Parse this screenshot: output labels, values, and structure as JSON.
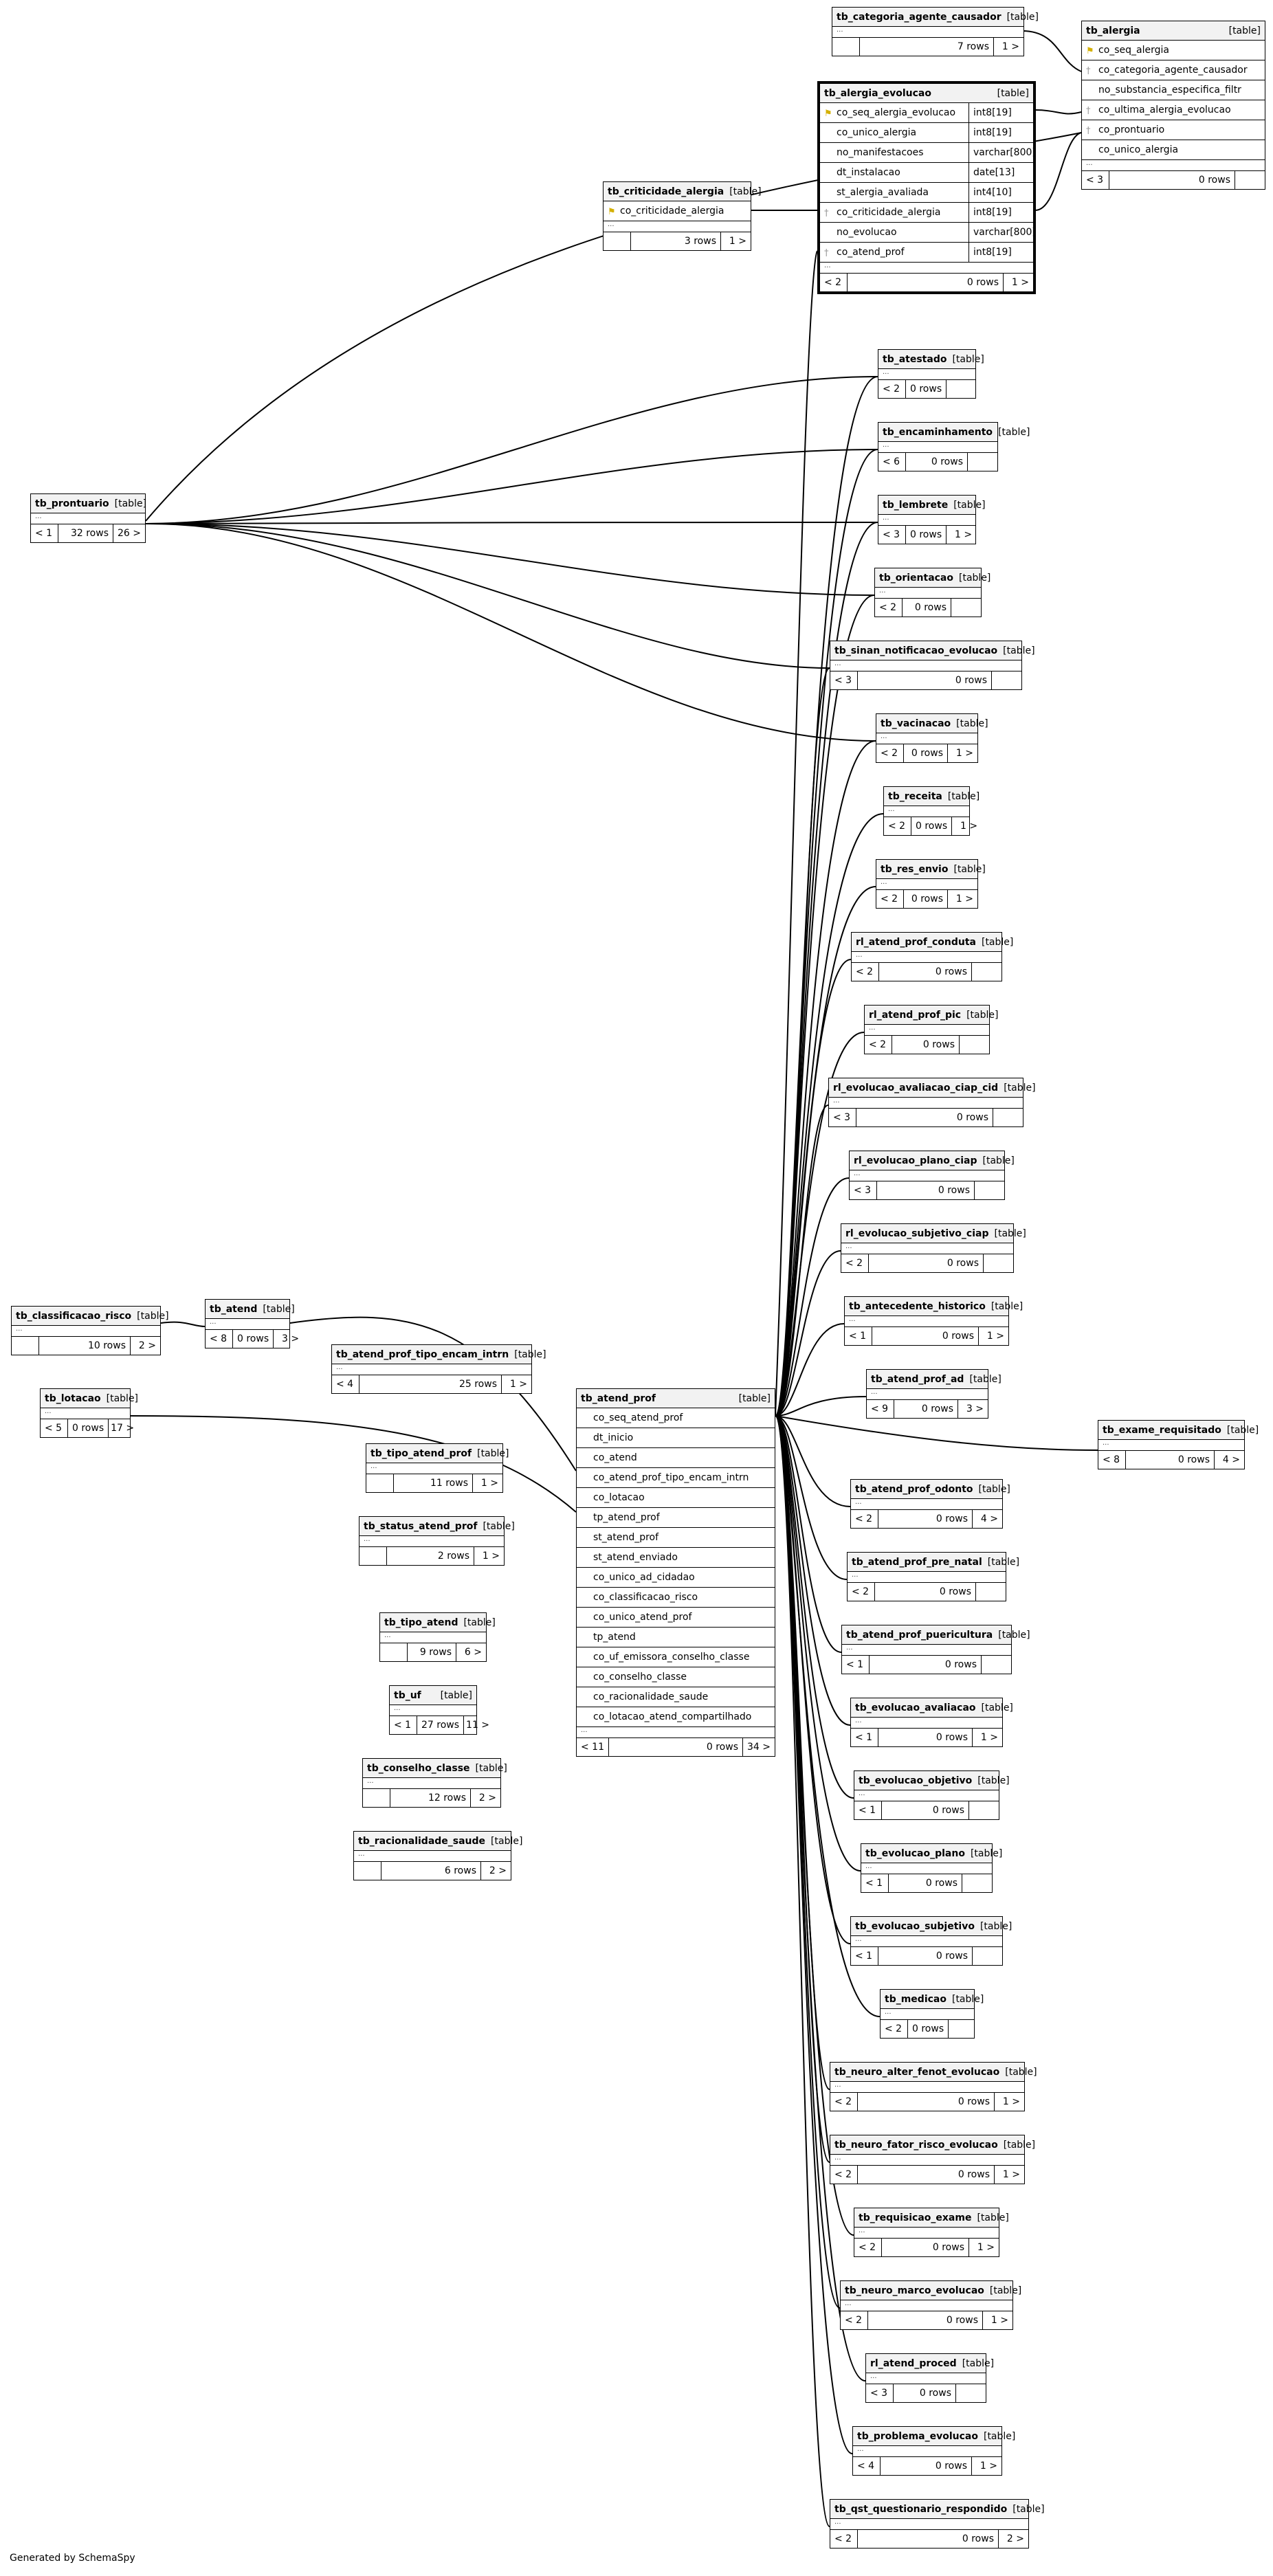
{
  "footer": "Generated by SchemaSpy",
  "type_suffix": "[table]",
  "tables": [
    {
      "name": "tb_categoria_agente_causador",
      "left": "",
      "rows": "7 rows",
      "right": "1 >"
    },
    {
      "name": "tb_alergia",
      "columns": [
        {
          "name": "co_seq_alergia",
          "key": "pk"
        },
        {
          "name": "co_categoria_agente_causador",
          "key": "fk"
        },
        {
          "name": "no_substancia_especifica_filtr",
          "key": ""
        },
        {
          "name": "co_ultima_alergia_evolucao",
          "key": "fk"
        },
        {
          "name": "co_prontuario",
          "key": "fk"
        },
        {
          "name": "co_unico_alergia",
          "key": ""
        }
      ],
      "left": "< 3",
      "rows": "0 rows",
      "right": ""
    },
    {
      "name": "tb_alergia_evolucao",
      "columns": [
        {
          "name": "co_seq_alergia_evolucao",
          "key": "pk",
          "type": "int8[19]"
        },
        {
          "name": "co_unico_alergia",
          "key": "",
          "type": "int8[19]"
        },
        {
          "name": "no_manifestacoes",
          "key": "",
          "type": "varchar[800]"
        },
        {
          "name": "dt_instalacao",
          "key": "",
          "type": "date[13]"
        },
        {
          "name": "st_alergia_avaliada",
          "key": "",
          "type": "int4[10]"
        },
        {
          "name": "co_criticidade_alergia",
          "key": "fk",
          "type": "int8[19]"
        },
        {
          "name": "no_evolucao",
          "key": "",
          "type": "varchar[800]"
        },
        {
          "name": "co_atend_prof",
          "key": "fk",
          "type": "int8[19]"
        }
      ],
      "left": "< 2",
      "rows": "0 rows",
      "right": "1 >"
    },
    {
      "name": "tb_criticidade_alergia",
      "columns": [
        {
          "name": "co_criticidade_alergia",
          "key": "pk"
        }
      ],
      "left": "",
      "rows": "3 rows",
      "right": "1 >"
    },
    {
      "name": "tb_prontuario",
      "left": "< 1",
      "rows": "32 rows",
      "right": "26 >"
    },
    {
      "name": "tb_atestado",
      "left": "< 2",
      "rows": "0 rows",
      "right": ""
    },
    {
      "name": "tb_encaminhamento",
      "left": "< 6",
      "rows": "0 rows",
      "right": ""
    },
    {
      "name": "tb_lembrete",
      "left": "< 3",
      "rows": "0 rows",
      "right": "1 >"
    },
    {
      "name": "tb_orientacao",
      "left": "< 2",
      "rows": "0 rows",
      "right": ""
    },
    {
      "name": "tb_sinan_notificacao_evolucao",
      "left": "< 3",
      "rows": "0 rows",
      "right": ""
    },
    {
      "name": "tb_vacinacao",
      "left": "< 2",
      "rows": "0 rows",
      "right": "1 >"
    },
    {
      "name": "tb_receita",
      "left": "< 2",
      "rows": "0 rows",
      "right": "1 >"
    },
    {
      "name": "tb_res_envio",
      "left": "< 2",
      "rows": "0 rows",
      "right": "1 >"
    },
    {
      "name": "rl_atend_prof_conduta",
      "left": "< 2",
      "rows": "0 rows",
      "right": ""
    },
    {
      "name": "rl_atend_prof_pic",
      "left": "< 2",
      "rows": "0 rows",
      "right": ""
    },
    {
      "name": "rl_evolucao_avaliacao_ciap_cid",
      "left": "< 3",
      "rows": "0 rows",
      "right": ""
    },
    {
      "name": "rl_evolucao_plano_ciap",
      "left": "< 3",
      "rows": "0 rows",
      "right": ""
    },
    {
      "name": "rl_evolucao_subjetivo_ciap",
      "left": "< 2",
      "rows": "0 rows",
      "right": ""
    },
    {
      "name": "tb_antecedente_historico",
      "left": "< 1",
      "rows": "0 rows",
      "right": "1 >"
    },
    {
      "name": "tb_atend_prof_ad",
      "left": "< 9",
      "rows": "0 rows",
      "right": "3 >"
    },
    {
      "name": "tb_exame_requisitado",
      "left": "< 8",
      "rows": "0 rows",
      "right": "4 >"
    },
    {
      "name": "tb_atend_prof_odonto",
      "left": "< 2",
      "rows": "0 rows",
      "right": "4 >"
    },
    {
      "name": "tb_atend_prof_pre_natal",
      "left": "< 2",
      "rows": "0 rows",
      "right": ""
    },
    {
      "name": "tb_atend_prof_puericultura",
      "left": "< 1",
      "rows": "0 rows",
      "right": ""
    },
    {
      "name": "tb_evolucao_avaliacao",
      "left": "< 1",
      "rows": "0 rows",
      "right": "1 >"
    },
    {
      "name": "tb_evolucao_objetivo",
      "left": "< 1",
      "rows": "0 rows",
      "right": ""
    },
    {
      "name": "tb_evolucao_plano",
      "left": "< 1",
      "rows": "0 rows",
      "right": ""
    },
    {
      "name": "tb_evolucao_subjetivo",
      "left": "< 1",
      "rows": "0 rows",
      "right": ""
    },
    {
      "name": "tb_medicao",
      "left": "< 2",
      "rows": "0 rows",
      "right": ""
    },
    {
      "name": "tb_neuro_alter_fenot_evolucao",
      "left": "< 2",
      "rows": "0 rows",
      "right": "1 >"
    },
    {
      "name": "tb_neuro_fator_risco_evolucao",
      "left": "< 2",
      "rows": "0 rows",
      "right": "1 >"
    },
    {
      "name": "tb_requisicao_exame",
      "left": "< 2",
      "rows": "0 rows",
      "right": "1 >"
    },
    {
      "name": "tb_neuro_marco_evolucao",
      "left": "< 2",
      "rows": "0 rows",
      "right": "1 >"
    },
    {
      "name": "rl_atend_proced",
      "left": "< 3",
      "rows": "0 rows",
      "right": ""
    },
    {
      "name": "tb_problema_evolucao",
      "left": "< 4",
      "rows": "0 rows",
      "right": "1 >"
    },
    {
      "name": "tb_qst_questionario_respondido",
      "left": "< 2",
      "rows": "0 rows",
      "right": "2 >"
    },
    {
      "name": "tb_classificacao_risco",
      "left": "",
      "rows": "10 rows",
      "right": "2 >"
    },
    {
      "name": "tb_atend",
      "left": "< 8",
      "rows": "0 rows",
      "right": "3 >"
    },
    {
      "name": "tb_lotacao",
      "left": "< 5",
      "rows": "0 rows",
      "right": "17 >"
    },
    {
      "name": "tb_atend_prof_tipo_encam_intrn",
      "left": "< 4",
      "rows": "25 rows",
      "right": "1 >"
    },
    {
      "name": "tb_tipo_atend_prof",
      "left": "",
      "rows": "11 rows",
      "right": "1 >"
    },
    {
      "name": "tb_status_atend_prof",
      "left": "",
      "rows": "2 rows",
      "right": "1 >"
    },
    {
      "name": "tb_tipo_atend",
      "left": "",
      "rows": "9 rows",
      "right": "6 >"
    },
    {
      "name": "tb_uf",
      "left": "< 1",
      "rows": "27 rows",
      "right": "11 >"
    },
    {
      "name": "tb_conselho_classe",
      "left": "",
      "rows": "12 rows",
      "right": "2 >"
    },
    {
      "name": "tb_racionalidade_saude",
      "left": "",
      "rows": "6 rows",
      "right": "2 >"
    },
    {
      "name": "tb_atend_prof",
      "columns": [
        {
          "name": "co_seq_atend_prof",
          "key": ""
        },
        {
          "name": "dt_inicio",
          "key": ""
        },
        {
          "name": "co_atend",
          "key": ""
        },
        {
          "name": "co_atend_prof_tipo_encam_intrn",
          "key": ""
        },
        {
          "name": "co_lotacao",
          "key": ""
        },
        {
          "name": "tp_atend_prof",
          "key": ""
        },
        {
          "name": "st_atend_prof",
          "key": ""
        },
        {
          "name": "st_atend_enviado",
          "key": ""
        },
        {
          "name": "co_unico_ad_cidadao",
          "key": ""
        },
        {
          "name": "co_classificacao_risco",
          "key": ""
        },
        {
          "name": "co_unico_atend_prof",
          "key": ""
        },
        {
          "name": "tp_atend",
          "key": ""
        },
        {
          "name": "co_uf_emissora_conselho_classe",
          "key": ""
        },
        {
          "name": "co_conselho_classe",
          "key": ""
        },
        {
          "name": "co_racionalidade_saude",
          "key": ""
        },
        {
          "name": "co_lotacao_atend_compartilhado",
          "key": ""
        }
      ],
      "left": "< 11",
      "rows": "0 rows",
      "right": "34 >"
    }
  ]
}
